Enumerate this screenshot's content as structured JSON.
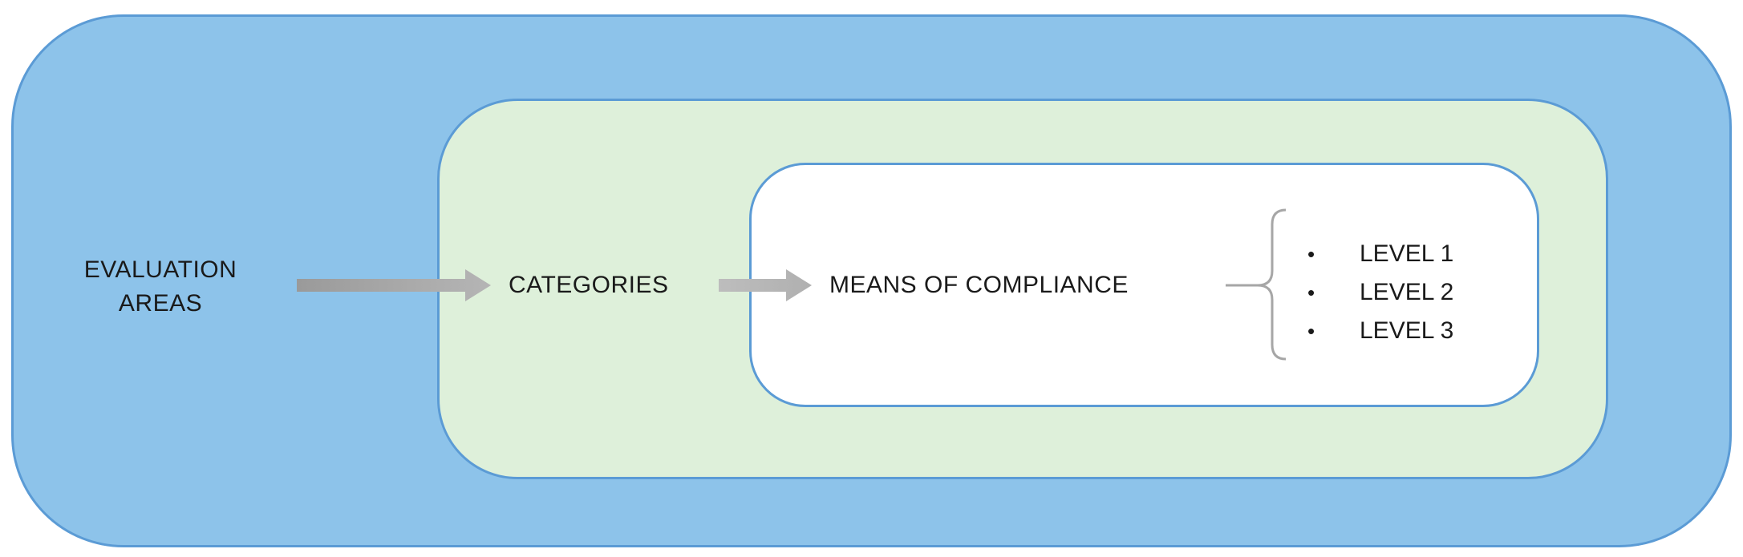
{
  "diagram": {
    "outer_label": "EVALUATION AREAS",
    "middle_label": "CATEGORIES",
    "inner_label": "MEANS OF COMPLIANCE",
    "levels": [
      {
        "label": "LEVEL 1"
      },
      {
        "label": "LEVEL 2"
      },
      {
        "label": "LEVEL 3"
      }
    ],
    "bullet": "•"
  },
  "colors": {
    "outer_fill": "#8dc3ea",
    "middle_fill": "#def0da",
    "inner_fill": "#ffffff",
    "border": "#5b9bd5",
    "arrow": "#a6a6a6"
  }
}
